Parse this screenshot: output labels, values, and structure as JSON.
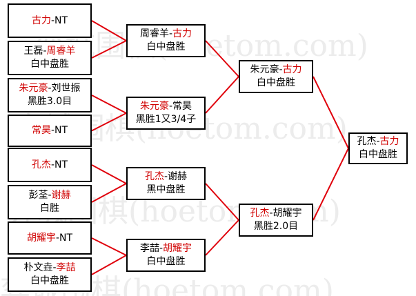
{
  "watermark_text": "弈城围棋(hoetom.com)",
  "colors": {
    "highlight": "#d00000",
    "connector": "#e0000b",
    "border": "#000000"
  },
  "round1": [
    {
      "lines": [
        [
          {
            "t": "古力",
            "r": true
          },
          {
            "t": "-NT",
            "r": false
          }
        ]
      ]
    },
    {
      "lines": [
        [
          {
            "t": "王磊-",
            "r": false
          },
          {
            "t": "周睿羊",
            "r": true
          }
        ],
        [
          {
            "t": "白中盘胜",
            "r": false
          }
        ]
      ]
    },
    {
      "lines": [
        [
          {
            "t": "朱元豪",
            "r": true
          },
          {
            "t": "-刘世振",
            "r": false
          }
        ],
        [
          {
            "t": "黑胜3.0目",
            "r": false
          }
        ]
      ]
    },
    {
      "lines": [
        [
          {
            "t": "常昊",
            "r": true
          },
          {
            "t": "-NT",
            "r": false
          }
        ]
      ]
    },
    {
      "lines": [
        [
          {
            "t": "孔杰",
            "r": true
          },
          {
            "t": "-NT",
            "r": false
          }
        ]
      ]
    },
    {
      "lines": [
        [
          {
            "t": "彭荃-",
            "r": false
          },
          {
            "t": "谢赫",
            "r": true
          }
        ],
        [
          {
            "t": "白胜",
            "r": false
          }
        ]
      ]
    },
    {
      "lines": [
        [
          {
            "t": "胡耀宇",
            "r": true
          },
          {
            "t": "-NT",
            "r": false
          }
        ]
      ]
    },
    {
      "lines": [
        [
          {
            "t": "朴文垚-",
            "r": false
          },
          {
            "t": "李喆",
            "r": true
          }
        ],
        [
          {
            "t": "白中盘胜",
            "r": false
          }
        ]
      ]
    }
  ],
  "round2": [
    {
      "lines": [
        [
          {
            "t": "周睿羊-",
            "r": false
          },
          {
            "t": "古力",
            "r": true
          }
        ],
        [
          {
            "t": "白中盘胜",
            "r": false
          }
        ]
      ]
    },
    {
      "lines": [
        [
          {
            "t": "朱元豪",
            "r": true
          },
          {
            "t": "-常昊",
            "r": false
          }
        ],
        [
          {
            "t": "黑胜1又3/4子",
            "r": false
          }
        ]
      ]
    },
    {
      "lines": [
        [
          {
            "t": "孔杰",
            "r": true
          },
          {
            "t": "-谢赫",
            "r": false
          }
        ],
        [
          {
            "t": "黑中盘胜",
            "r": false
          }
        ]
      ]
    },
    {
      "lines": [
        [
          {
            "t": "李喆-",
            "r": false
          },
          {
            "t": "胡耀宇",
            "r": true
          }
        ],
        [
          {
            "t": "白中盘胜",
            "r": false
          }
        ]
      ]
    }
  ],
  "round3": [
    {
      "lines": [
        [
          {
            "t": "朱元豪-",
            "r": false
          },
          {
            "t": "古力",
            "r": true
          }
        ],
        [
          {
            "t": "白中盘胜",
            "r": false
          }
        ]
      ]
    },
    {
      "lines": [
        [
          {
            "t": "孔杰",
            "r": true
          },
          {
            "t": "-胡耀宇",
            "r": false
          }
        ],
        [
          {
            "t": "黑胜2.0目",
            "r": false
          }
        ]
      ]
    }
  ],
  "final": [
    {
      "lines": [
        [
          {
            "t": "孔杰-",
            "r": false
          },
          {
            "t": "古力",
            "r": true
          }
        ],
        [
          {
            "t": "白中盘胜",
            "r": false
          }
        ]
      ]
    }
  ]
}
